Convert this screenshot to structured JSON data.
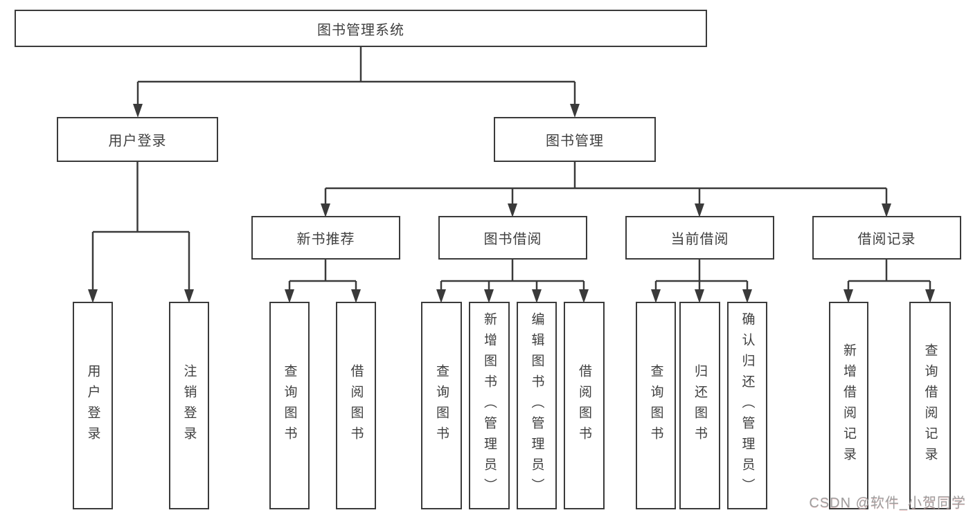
{
  "diagram": {
    "root": {
      "label": "图书管理系统"
    },
    "level2": {
      "user_login": "用户登录",
      "book_mgmt": "图书管理"
    },
    "level3": {
      "new_book": "新书推荐",
      "book_borrow": "图书借阅",
      "current_borrow": "当前借阅",
      "borrow_record": "借阅记录"
    },
    "leaves": {
      "user_login": "用户登录",
      "logout": "注销登录",
      "nb_query": "查询图书",
      "nb_borrow": "借阅图书",
      "bb_query": "查询图书",
      "bb_add": "新增图书（管理员）",
      "bb_edit": "编辑图书（管理员）",
      "bb_borrow": "借阅图书",
      "cb_query": "查询图书",
      "cb_return": "归还图书",
      "cb_confirm": "确认归还（管理员）",
      "br_add": "新增借阅记录",
      "br_query": "查询借阅记录"
    },
    "edges": [
      {
        "from": "图书管理系统",
        "to": [
          "用户登录",
          "图书管理"
        ]
      },
      {
        "from": "用户登录",
        "to": [
          "用户登录",
          "注销登录"
        ]
      },
      {
        "from": "图书管理",
        "to": [
          "新书推荐",
          "图书借阅",
          "当前借阅",
          "借阅记录"
        ]
      },
      {
        "from": "新书推荐",
        "to": [
          "查询图书",
          "借阅图书"
        ]
      },
      {
        "from": "图书借阅",
        "to": [
          "查询图书",
          "新增图书（管理员）",
          "编辑图书（管理员）",
          "借阅图书"
        ]
      },
      {
        "from": "当前借阅",
        "to": [
          "查询图书",
          "归还图书",
          "确认归还（管理员）"
        ]
      },
      {
        "from": "借阅记录",
        "to": [
          "新增借阅记录",
          "查询借阅记录"
        ]
      }
    ]
  },
  "watermark": "CSDN @软件_小贺同学",
  "colors": {
    "line": "#3a3a3a",
    "text": "#3f3f3f",
    "background": "#ffffff",
    "watermark": "#9e9e9e"
  }
}
